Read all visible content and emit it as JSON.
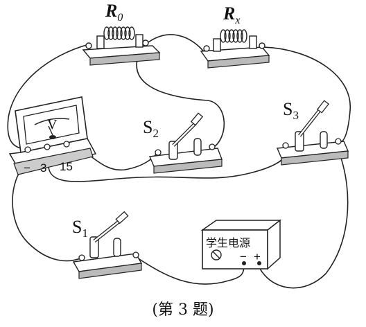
{
  "labels": {
    "r0_main": "R",
    "r0_sub": "0",
    "rx_main": "R",
    "rx_sub": "x",
    "s1_main": "S",
    "s1_sub": "1",
    "s2_main": "S",
    "s2_sub": "2",
    "s3_main": "S",
    "s3_sub": "3"
  },
  "voltmeter": {
    "symbol": "V",
    "terminal_minus": "−",
    "terminal_3": "3",
    "terminal_15": "15"
  },
  "power_supply": {
    "label": "学生电源",
    "minus": "−",
    "plus": "+"
  },
  "caption": "(第 3 题)"
}
